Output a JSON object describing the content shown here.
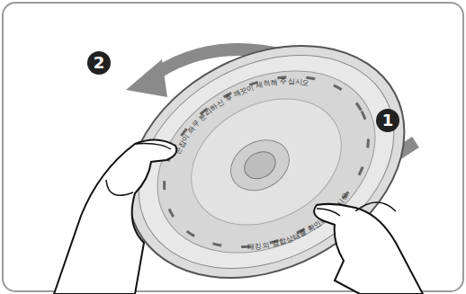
{
  "diagram": {
    "labels": [
      "1",
      "2",
      "손잡이 좌우 분리하신 후 깨끗이 세척해 주십시오",
      "패킹의 결합상태를 확인해 주십시오"
    ]
  }
}
